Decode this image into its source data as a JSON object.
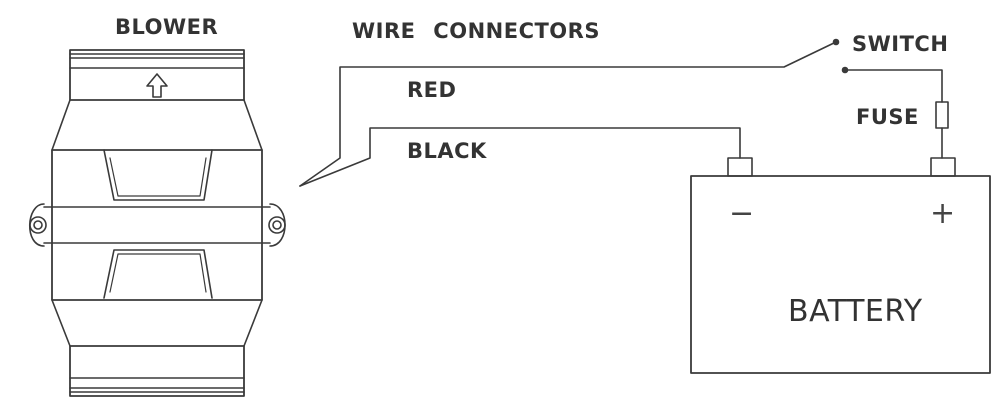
{
  "labels": {
    "blower": "BLOWER",
    "wire_connectors": "WIRE CONNECTORS",
    "red": "RED",
    "black": "BLACK",
    "switch": "SWITCH",
    "fuse": "FUSE",
    "battery": "BATTERY"
  },
  "terminals": {
    "negative": "−",
    "positive": "+"
  },
  "colors": {
    "line": "#3a3a3a",
    "text": "#333333",
    "background": "#ffffff"
  }
}
